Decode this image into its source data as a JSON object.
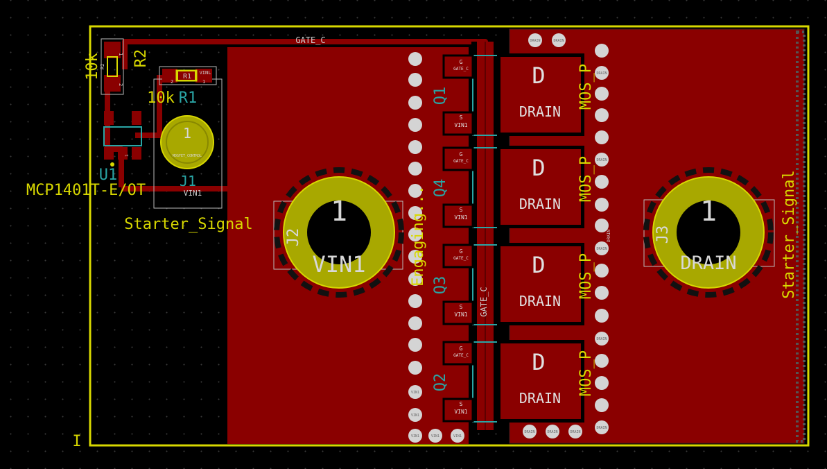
{
  "colors": {
    "background": "#000000",
    "copper": "#8a0000",
    "copper_dark": "#5e0000",
    "edge": "#d8d800",
    "silk": "#d8d800",
    "fab": "#cfcfcf",
    "pad": "#a8a800",
    "via": "#d4d4d4",
    "courtyard": "#2aa5a5",
    "ref_text": "#2aa5a5"
  },
  "nets": {
    "gate": "GATE_C",
    "gate_small": "GATE_C",
    "drain": "DRAIN",
    "vin": "VIN1",
    "vin_alt": "VINL",
    "control": "MOSFET_CONTROL",
    "starter": "Starter_Signal",
    "engaging": "Engaging..."
  },
  "components": {
    "r2": {
      "ref": "R2",
      "value": "10k",
      "pin1": "1",
      "pin2": "2",
      "fab": "R2"
    },
    "r1": {
      "ref": "R1",
      "value": "10k",
      "pin1": "1",
      "pin2": "2",
      "fab": "R1"
    },
    "u1": {
      "ref": "U1",
      "value": "MCP1401T-E/OT",
      "pin": "1"
    },
    "j1": {
      "ref": "J1",
      "pin": "1",
      "net": "VIN1"
    },
    "j2": {
      "ref": "J2",
      "pin": "1",
      "net": "VIN1"
    },
    "j3": {
      "ref": "J3",
      "pin": "1",
      "net": "DRAIN",
      "label": "Starter_Signal"
    },
    "cursor_mark": "I"
  },
  "mosfets": [
    {
      "ref": "Q1",
      "value": "MOS_P",
      "d": "D",
      "g": "G",
      "s": "S",
      "drain": "DRAIN",
      "gate": "GATE_C",
      "source": "VIN1"
    },
    {
      "ref": "Q4",
      "value": "MOS_P",
      "d": "D",
      "g": "G",
      "s": "S",
      "drain": "DRAIN",
      "gate": "GATE_C",
      "source": "VIN1"
    },
    {
      "ref": "Q3",
      "value": "MOS_P",
      "d": "D",
      "g": "G",
      "s": "S",
      "drain": "DRAIN",
      "gate": "GATE_C",
      "source": "VIN1"
    },
    {
      "ref": "Q2",
      "value": "MOS_P",
      "d": "D",
      "g": "G",
      "s": "S",
      "drain": "DRAIN",
      "gate": "GATE_C",
      "source": "VIN1"
    }
  ],
  "via_labels": {
    "vin": "VIN1",
    "drain": "DRAIN"
  }
}
